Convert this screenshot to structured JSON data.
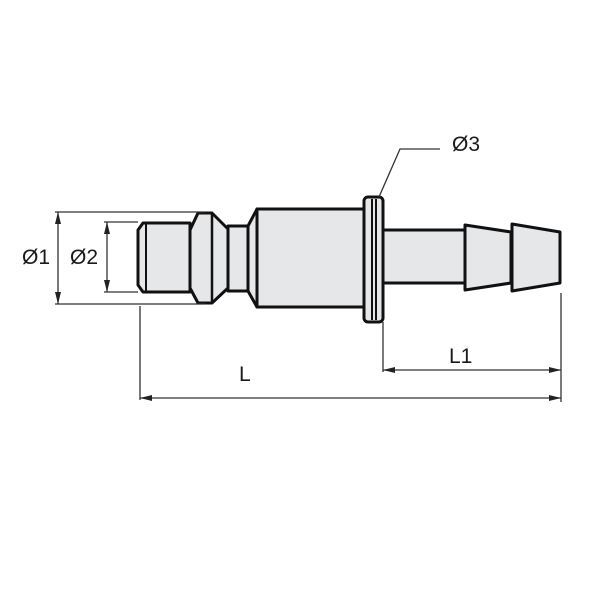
{
  "drawing": {
    "title": "Coupling plug with hose barb – dimensional drawing",
    "fill_color": "#e6e7e9",
    "outline_color": "#111111",
    "dimension_color": "#333333"
  },
  "labels": {
    "d1": "Ø1",
    "d2": "Ø2",
    "d3": "Ø3",
    "length": "L",
    "length1": "L1"
  }
}
